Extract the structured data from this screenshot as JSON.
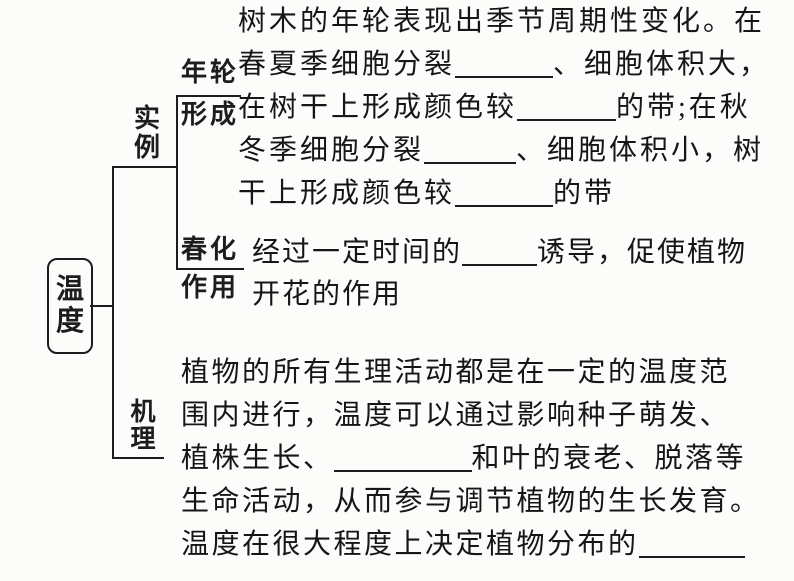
{
  "colors": {
    "ink": "#1d1d1d",
    "paper": "#fcfcfa"
  },
  "diagram": {
    "root": {
      "label": "温度"
    },
    "branch_shili": {
      "label": "实例"
    },
    "branch_jili": {
      "label": "机理"
    },
    "sub_nianlun": {
      "line1": "年轮",
      "line2": "形成"
    },
    "sub_chunhua": {
      "line1": "春化",
      "line2": "作用"
    }
  },
  "text_blocks": {
    "nianlun": {
      "lines": [
        [
          {
            "t": "树木的年轮表现出季节周期性变化。在"
          }
        ],
        [
          {
            "t": "春夏季细胞分裂"
          },
          {
            "b": 98
          },
          {
            "t": "、细胞体积大，"
          }
        ],
        [
          {
            "t": "在树干上形成颜色较"
          },
          {
            "b": 99
          },
          {
            "t": "的带;在秋"
          }
        ],
        [
          {
            "t": "冬季细胞分裂"
          },
          {
            "b": 92
          },
          {
            "t": "、细胞体积小，树"
          }
        ],
        [
          {
            "t": "干上形成颜色较"
          },
          {
            "b": 98
          },
          {
            "t": "的带"
          }
        ]
      ]
    },
    "chunhua": {
      "lines": [
        [
          {
            "t": "经过一定时间的"
          },
          {
            "b": 75
          },
          {
            "t": "诱导，促使植物"
          }
        ],
        [
          {
            "t": "开花的作用"
          }
        ]
      ]
    },
    "jili": {
      "lines": [
        [
          {
            "t": "植物的所有生理活动都是在一定的温度范"
          }
        ],
        [
          {
            "t": "围内进行，温度可以通过影响种子萌发、"
          }
        ],
        [
          {
            "t": "植株生长、"
          },
          {
            "b": 138
          },
          {
            "t": "和叶的衰老、脱落等"
          }
        ],
        [
          {
            "t": "生命活动，从而参与调节植物的生长发育。"
          }
        ],
        [
          {
            "t": "温度在很大程度上决定植物分布的"
          },
          {
            "b": 106
          }
        ]
      ]
    }
  }
}
